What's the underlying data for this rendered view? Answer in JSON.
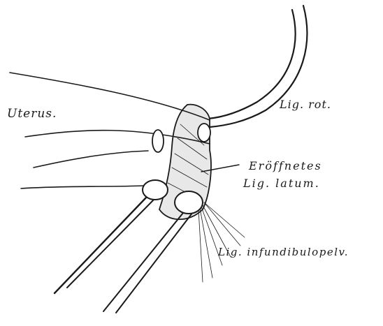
{
  "labels": {
    "uterus": "Uterus.",
    "lig_rot": "Lig. rot.",
    "eroffnetes_line1": "Eröffnetes",
    "eroffnetes_line2": "Lig. latum.",
    "lig_infundibulopelv": "Lig. infundibulopelv."
  },
  "colors": {
    "ink": "#1a1a1a",
    "paper": "#ffffff",
    "shade": "#6b6b6b"
  }
}
